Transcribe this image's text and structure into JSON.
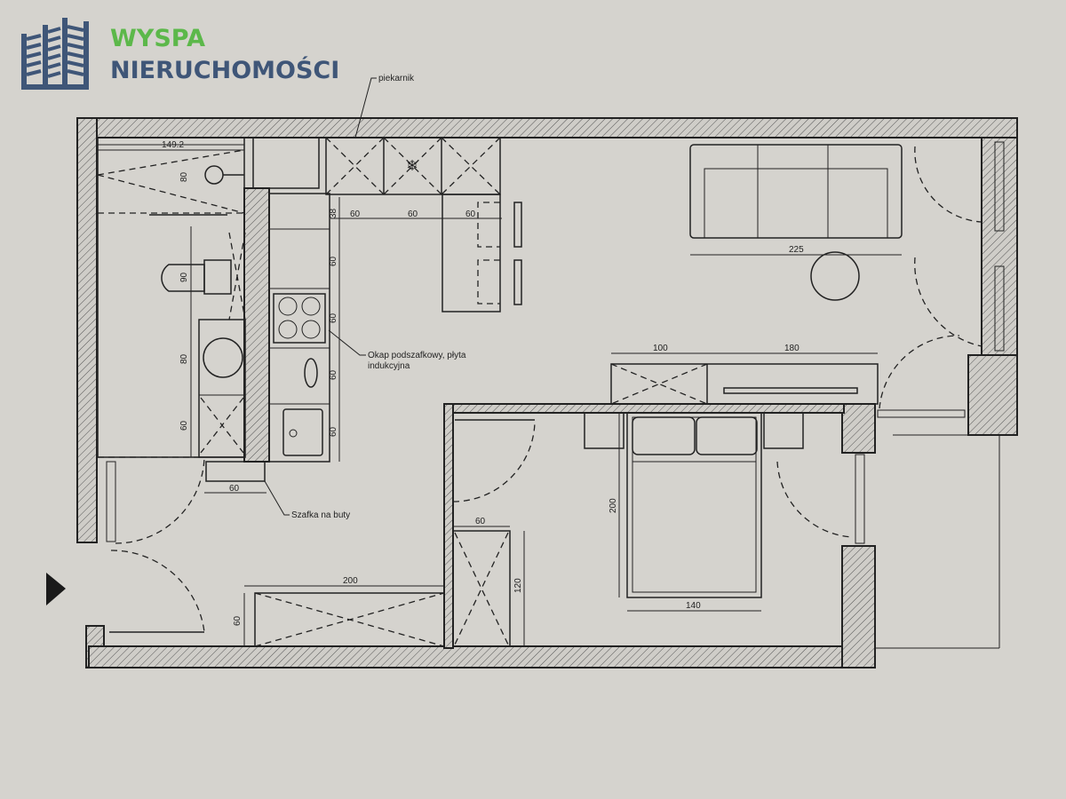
{
  "brand": {
    "line1": "WYSPA",
    "line2": "NIERUCHOMOŚCI",
    "color_green": "#5cb84a",
    "color_blue": "#3f5678"
  },
  "labels": {
    "oven": "piekarnik",
    "bath_width": "149.2",
    "shower_depth": "80",
    "toilet": "90",
    "washbasin": "80",
    "washer": "60",
    "kitchen_38": "38",
    "kitchen_top_1": "60",
    "kitchen_top_2": "60",
    "kitchen_top_3": "60",
    "kitchen_side_1": "60",
    "kitchen_side_2": "60",
    "kitchen_side_3": "60",
    "kitchen_side_4": "60",
    "hob_note": "Okap podszafkowy, płyta",
    "hob_note_2": "indukcyjna",
    "shoe_width": "60",
    "shoe_note": "Szafka na buty",
    "sofa_width": "225",
    "cabinet_100": "100",
    "cabinet_180": "180",
    "bed_length": "200",
    "bed_width": "140",
    "wardrobe_width": "60",
    "wardrobe_length": "120",
    "hall_wardrobe_length": "200",
    "hall_wardrobe_depth": "60"
  }
}
